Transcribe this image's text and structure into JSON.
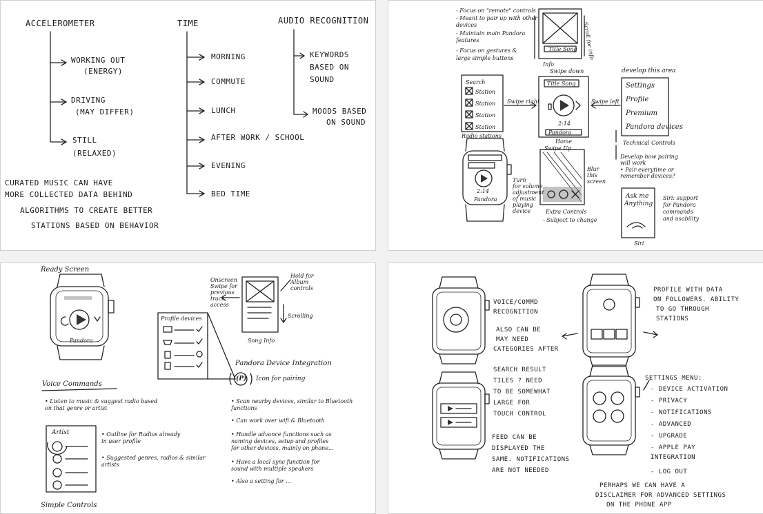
{
  "panel1": {
    "accelerometer": "ACCELEROMETER",
    "working_out": "WORKING OUT",
    "energy": "(ENERGY)",
    "driving": "DRIVING",
    "may_differ": "(MAY DIFFER)",
    "still": "STILL",
    "relaxed": "(RELAXED)",
    "time": "TIME",
    "morning": "MORNING",
    "commute": "COMMUTE",
    "lunch": "LUNCH",
    "after_work": "AFTER WORK / SCHOOL",
    "evening": "EVENING",
    "bed_time": "BED TIME",
    "audio_recognition": "AUDIO RECOGNITION",
    "keywords": "KEYWORDS",
    "based_on": "BASED ON",
    "sound": "SOUND",
    "moods": "MOODS BASED",
    "on_sound": "ON SOUND",
    "note1": "CURATED MUSIC CAN HAVE",
    "note2": "MORE COLLECTED DATA BEHIND",
    "note3": "ALGORITHMS TO CREATE BETTER",
    "note4": "STATIONS BASED ON BEHAVIOR"
  },
  "panel2": {
    "bullets": [
      "- Focus on \"remote\" controls",
      "- Meant to pair up with other",
      "  devices",
      "- Maintain main Pandora",
      "  features",
      "- Focus on gestures &",
      "  large simple buttons"
    ],
    "title_song": "Title Song",
    "info": "Info",
    "scroll_info": "Scroll for info",
    "swipe_down": "Swipe down",
    "search": "Search",
    "station": "Station",
    "radio_stations": "Radio stations",
    "swipe_right": "Swipe right",
    "swipe_left": "Swipe left",
    "time_readout": "2:14",
    "pandora": "Pandora",
    "home": "Home",
    "swipe_up": "Swipe Up",
    "develop": "develop this area",
    "menu": [
      "Settings",
      "Profile",
      "Premium",
      "Pandora devices"
    ],
    "technical": "Technical Controls",
    "develop_note": [
      "Develop how pairing",
      "will work",
      "• Pair everytime or",
      "  remember devices?"
    ],
    "turn_note": [
      "Turn",
      "for volume",
      "adjustment",
      "of music",
      "playing",
      "device"
    ],
    "blur_note": [
      "Blur",
      "this",
      "screen"
    ],
    "extra_controls": "Extra Controls",
    "subject_change": "- Subject to change",
    "ask_me": "Ask me",
    "anything": "Anything",
    "siri_note": [
      "Siri: support",
      "for Pandora",
      "commands",
      "and usability"
    ],
    "siri": "Siri"
  },
  "panel3": {
    "ready_screen": "Ready Screen",
    "pandora": "Pandora",
    "onscreen_note": [
      "Onscreen",
      "Swipe for",
      "previous",
      "track",
      "access"
    ],
    "hold_note": [
      "Hold for",
      "Album",
      "controls"
    ],
    "scrolling": "Scrolling",
    "song_info": "Song Info",
    "profile_devices": "Profile devices",
    "device_integration": "Pandora Device Integration",
    "pairing_icon": "(P)",
    "pairing_label": "Icon for pairing",
    "voice_commands": "Voice Commands",
    "listen_note": [
      "• Listen to music & suggest radio based",
      "  on that genre or artist"
    ],
    "artist": "Artist",
    "outline_note": [
      "• Outline for Radios already",
      "  in user profile"
    ],
    "suggested_note": [
      "• Suggested genres, radios & similar",
      "  artists"
    ],
    "integration_bullets": [
      "• Scan nearby devices, similar to Bluetooth",
      "  functions",
      "• Can work over wifi & Bluetooth",
      "• Handle advance functions such as",
      "  naming devices, setup and profiles",
      "  for other devices, mainly on phone...",
      "• Have a local sync function for",
      "  sound with multiple speakers",
      "• Also a setting for ..."
    ],
    "simple_controls": "Simple Controls"
  },
  "panel4": {
    "voice_label": [
      "VOICE/COMMD",
      "RECOGNITION"
    ],
    "also_label": [
      "ALSO CAN BE",
      "MAY NEED",
      "CATEGORIES AFTER"
    ],
    "profile_label": [
      "PROFILE WITH DATA",
      "ON FOLLOWERS. ABILITY",
      "TO GO THROUGH",
      "STATIONS"
    ],
    "search_label": [
      "SEARCH RESULT",
      "TILES ? NEED",
      "TO BE SOMEWHAT",
      "LARGE FOR",
      "TOUCH CONTROL"
    ],
    "feed_label": [
      "FEED CAN BE",
      "DISPLAYED THE",
      "SAME. NOTIFICATIONS",
      "ARE NOT NEEDED"
    ],
    "settings_title": "SETTINGS MENU:",
    "settings_items": [
      "- DEVICE ACTIVATION",
      "- PRIVACY",
      "- NOTIFICATIONS",
      "- ADVANCED",
      "- UPGRADE",
      "  - APPLE PAY",
      "    INTEGRATION",
      "- LOG OUT"
    ],
    "perhaps_note": [
      "PERHAPS WE CAN HAVE A",
      "DISCLAIMER FOR ADVANCED SETTINGS",
      "ON THE PHONE APP"
    ]
  }
}
